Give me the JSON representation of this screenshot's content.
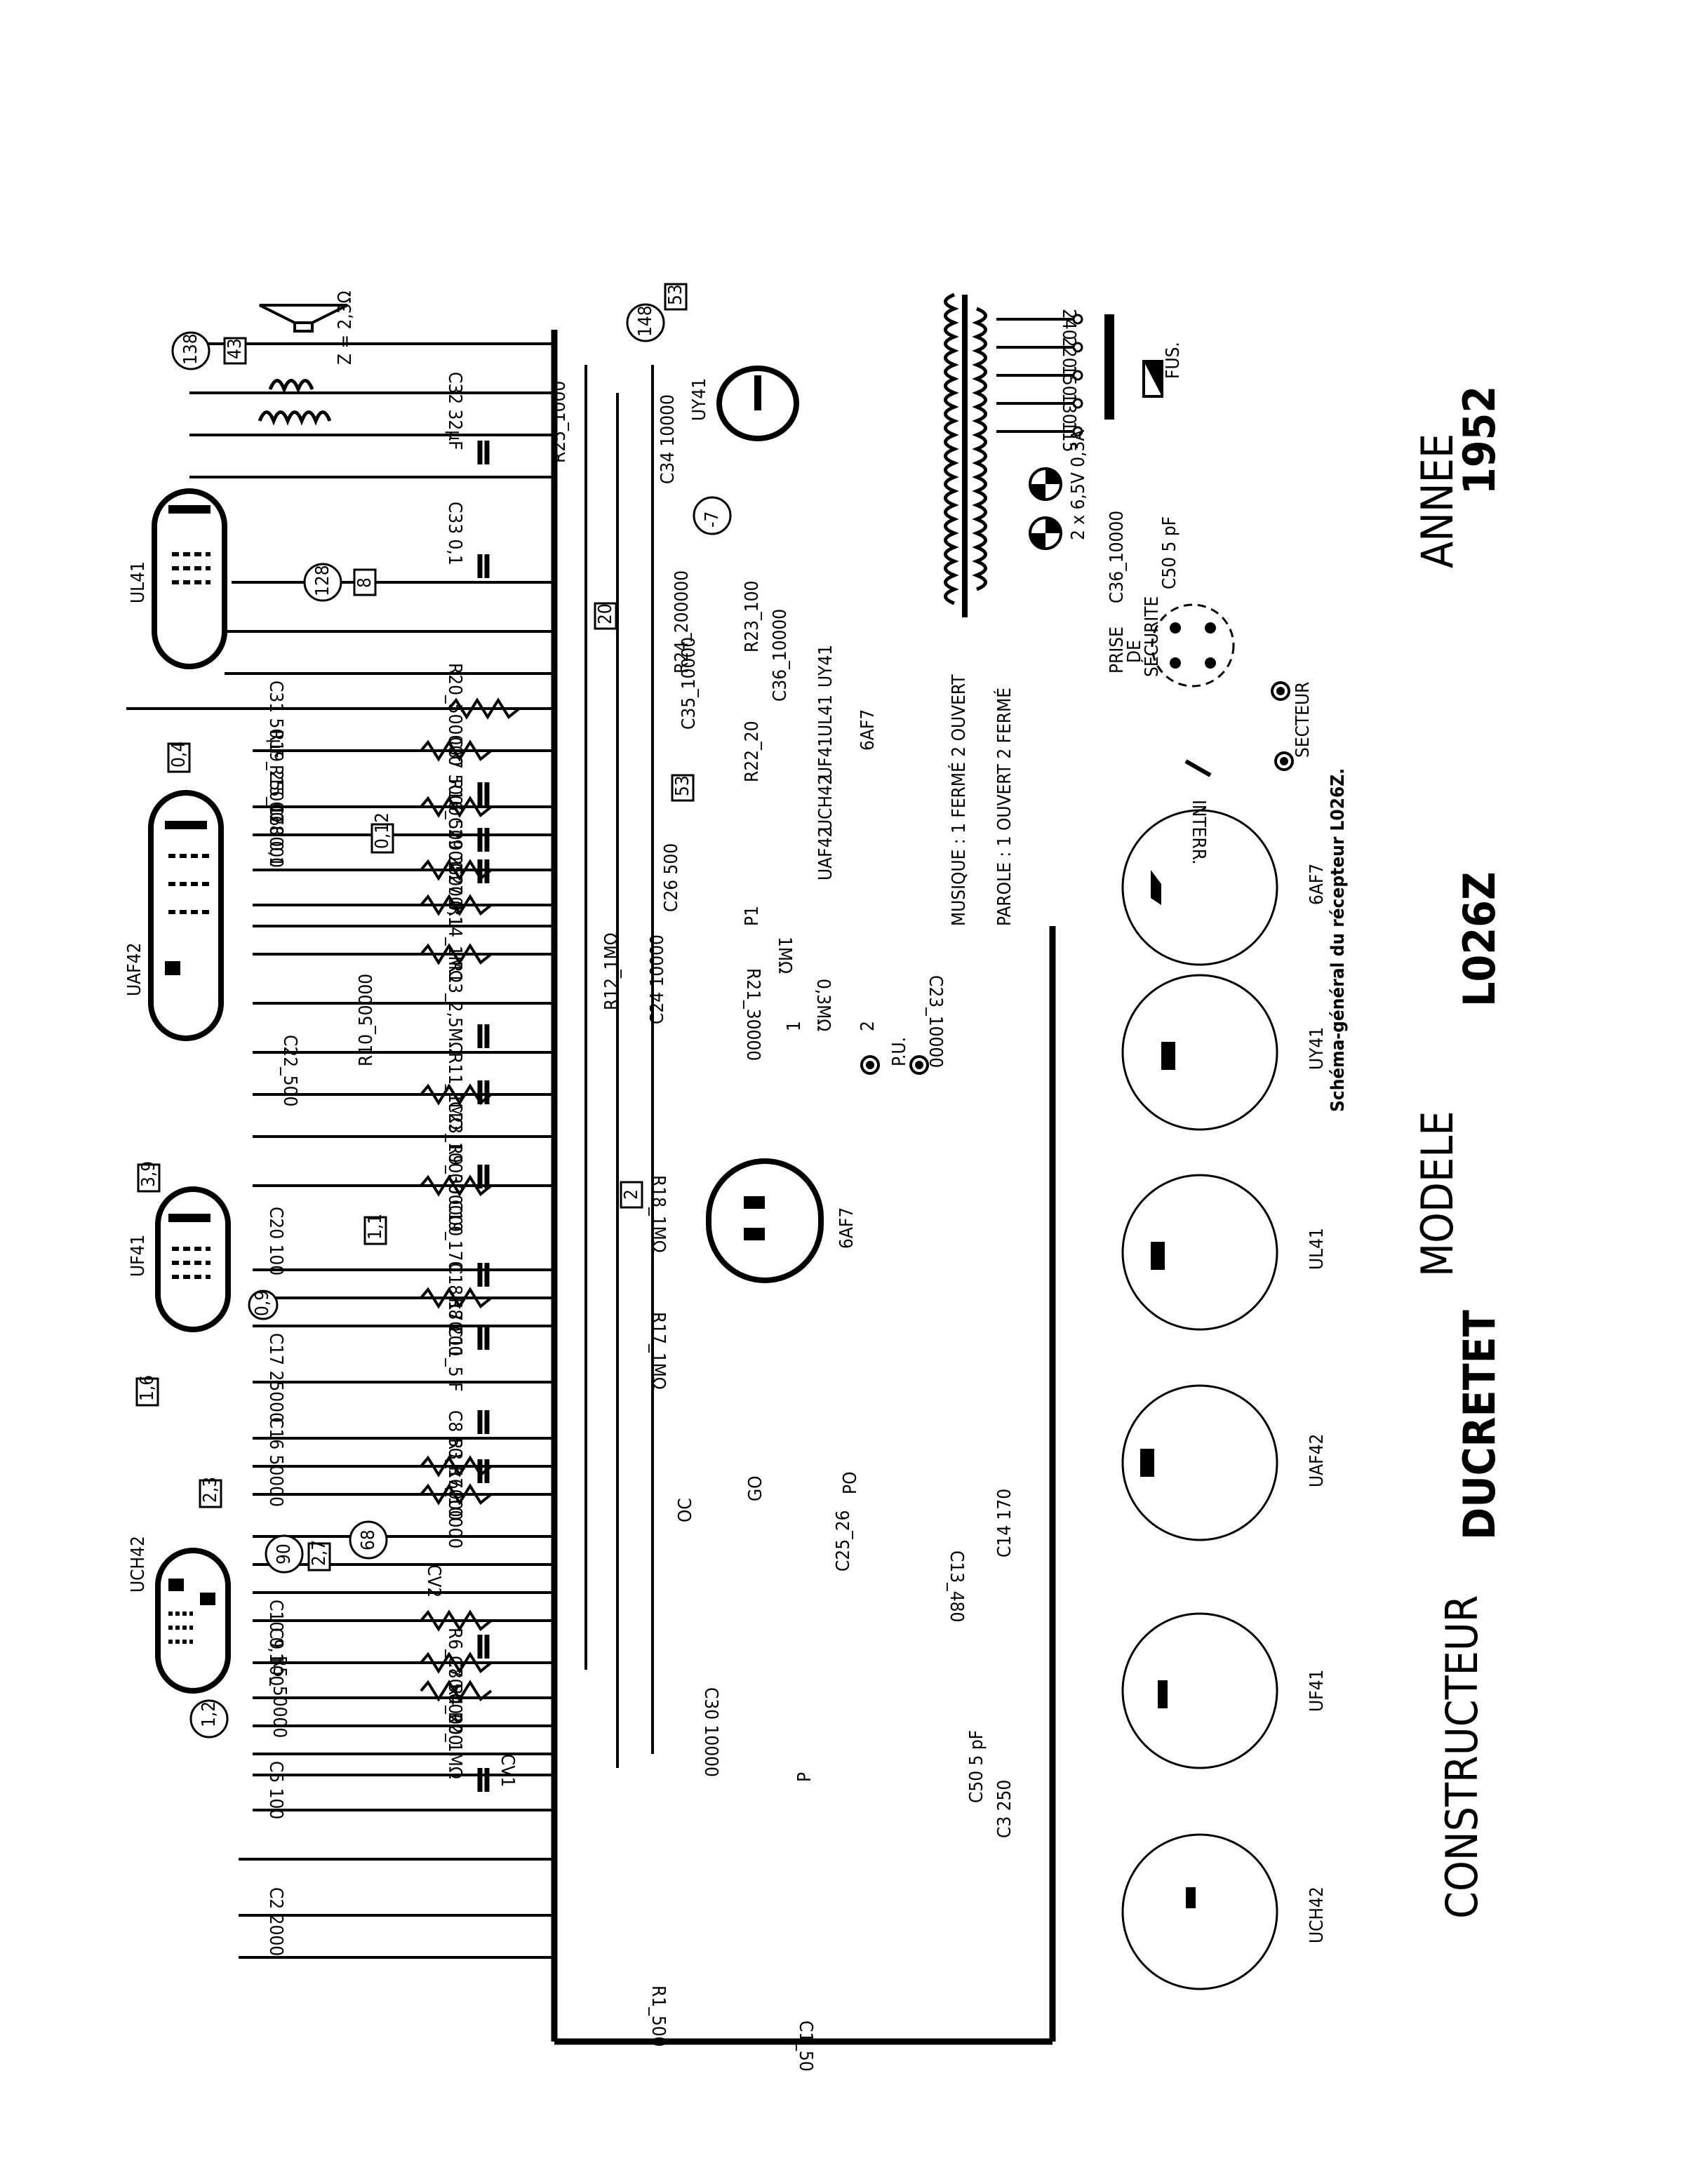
{
  "title_block": {
    "constructeur_label": "CONSTRUCTEUR",
    "constructeur_value": "DUCRETET",
    "modele_label": "MODELE",
    "modele_value": "L026Z",
    "annee_label": "ANNEE",
    "annee_value": "1952",
    "caption": "Schéma-général du récepteur L026Z."
  },
  "tubes": [
    {
      "id": "UCH42",
      "label": "UCH42"
    },
    {
      "id": "UF41",
      "label": "UF41"
    },
    {
      "id": "UAF42",
      "label": "UAF42"
    },
    {
      "id": "UL41",
      "label": "UL41"
    },
    {
      "id": "UY41",
      "label": "UY41"
    },
    {
      "id": "6AF7",
      "label": "6AF7"
    }
  ],
  "socket_diagrams": [
    "UCH42",
    "UF41",
    "UAF42",
    "UL41",
    "UY41",
    "6AF7"
  ],
  "voltage_markers": {
    "circles": [
      "138",
      "128",
      "148",
      "-7",
      "0,9",
      "90",
      "68",
      "1,2"
    ],
    "boxes": [
      "43",
      "8",
      "20",
      "53",
      "53",
      "0,4",
      "0,12",
      "3,9",
      "1,1",
      "1,6",
      "2,3",
      "2,7",
      "2"
    ]
  },
  "speaker": {
    "impedance": "Z = 2,3Ω"
  },
  "components": {
    "resistors": [
      "R1_500",
      "R2_1MΩ",
      "R3_16000",
      "R4_200",
      "R5_50000",
      "R6_180",
      "R7_10000",
      "R8 200",
      "R9_300000",
      "R10_50000",
      "R11_1MΩ",
      "R12_1MΩ",
      "R13_2,5MΩ",
      "R14_1MΩ",
      "R15_160000",
      "R16_50000",
      "R17_1MΩ",
      "R18_1MΩ",
      "R19_25000",
      "R20_500000",
      "R21_30000",
      "R22_20",
      "R23_100",
      "R24_200000",
      "R25_1000"
    ],
    "capacitors": [
      "C1_50",
      "C2 2000",
      "C3 250",
      "C5 100",
      "C6 25000",
      "C7 50000",
      "C8 50",
      "C9 100",
      "C10 0,1",
      "C11_5 F",
      "C12 30",
      "C13_480",
      "C14 170",
      "C15 170",
      "C16 50000",
      "C17 25000",
      "C18 170",
      "C19_170",
      "C20 100",
      "C22_500",
      "C23_10000",
      "C24 10000",
      "C25_26",
      "C26 500",
      "C27 0,1",
      "C28 0,1",
      "C29 25000",
      "C30 10000",
      "C31 50µF",
      "C32 32µF",
      "C33 0,1",
      "C34 10000",
      "C35_10000",
      "C36_10000",
      "C37 5000",
      "C50 5 pF"
    ],
    "variable_caps": [
      "CV1",
      "CV2"
    ],
    "potentiometer": {
      "name": "P1",
      "values": [
        "1MΩ",
        "0,3MΩ"
      ]
    }
  },
  "coil_labels": [
    "OC",
    "GO",
    "PO",
    "P"
  ],
  "heater_chain": [
    "UAF42",
    "UCH42",
    "UF41",
    "UL41",
    "UY41",
    "6AF7"
  ],
  "mains": {
    "taps": [
      "240",
      "220",
      "150",
      "130",
      "115"
    ],
    "pilot_lamps": "2 x 6,5V 0,3A",
    "fuse": "FUS.",
    "safety_plug": [
      "PRISE",
      "DE",
      "SÉCURITE"
    ],
    "switch": "INTERR.",
    "mains_label": "SECTEUR"
  },
  "tone_switch": {
    "musique": "MUSIQUE : 1 FERMÉ  2 OUVERT",
    "parole": "PAROLE : 1 OUVERT  2 FERMÉ",
    "pos1": "1",
    "pos2": "2",
    "pickup": "P.U."
  }
}
